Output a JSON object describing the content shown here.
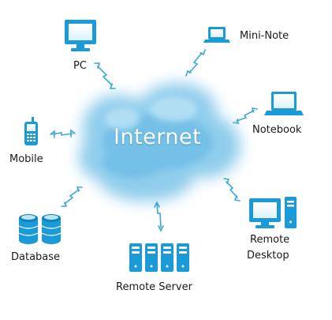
{
  "diagram": {
    "center": {
      "label": "Internet"
    },
    "nodes": [
      {
        "id": "pc",
        "label": "PC",
        "icon": "desktop-monitor-icon"
      },
      {
        "id": "mini-note",
        "label": "Mini-Note",
        "icon": "mini-laptop-icon"
      },
      {
        "id": "notebook",
        "label": "Notebook",
        "icon": "laptop-icon"
      },
      {
        "id": "mobile",
        "label": "Mobile",
        "icon": "mobile-phone-icon"
      },
      {
        "id": "database",
        "label": "Database",
        "icon": "database-icon"
      },
      {
        "id": "remote-server",
        "label": "Remote Server",
        "icon": "server-rack-icon"
      },
      {
        "id": "remote-desktop",
        "label_line1": "Remote",
        "label_line2": "Desktop",
        "icon": "desktop-tower-icon"
      }
    ]
  },
  "colors": {
    "icon": "#1a9ad6",
    "cloud": "#8fcdec",
    "connector": "#3aa8d8"
  }
}
